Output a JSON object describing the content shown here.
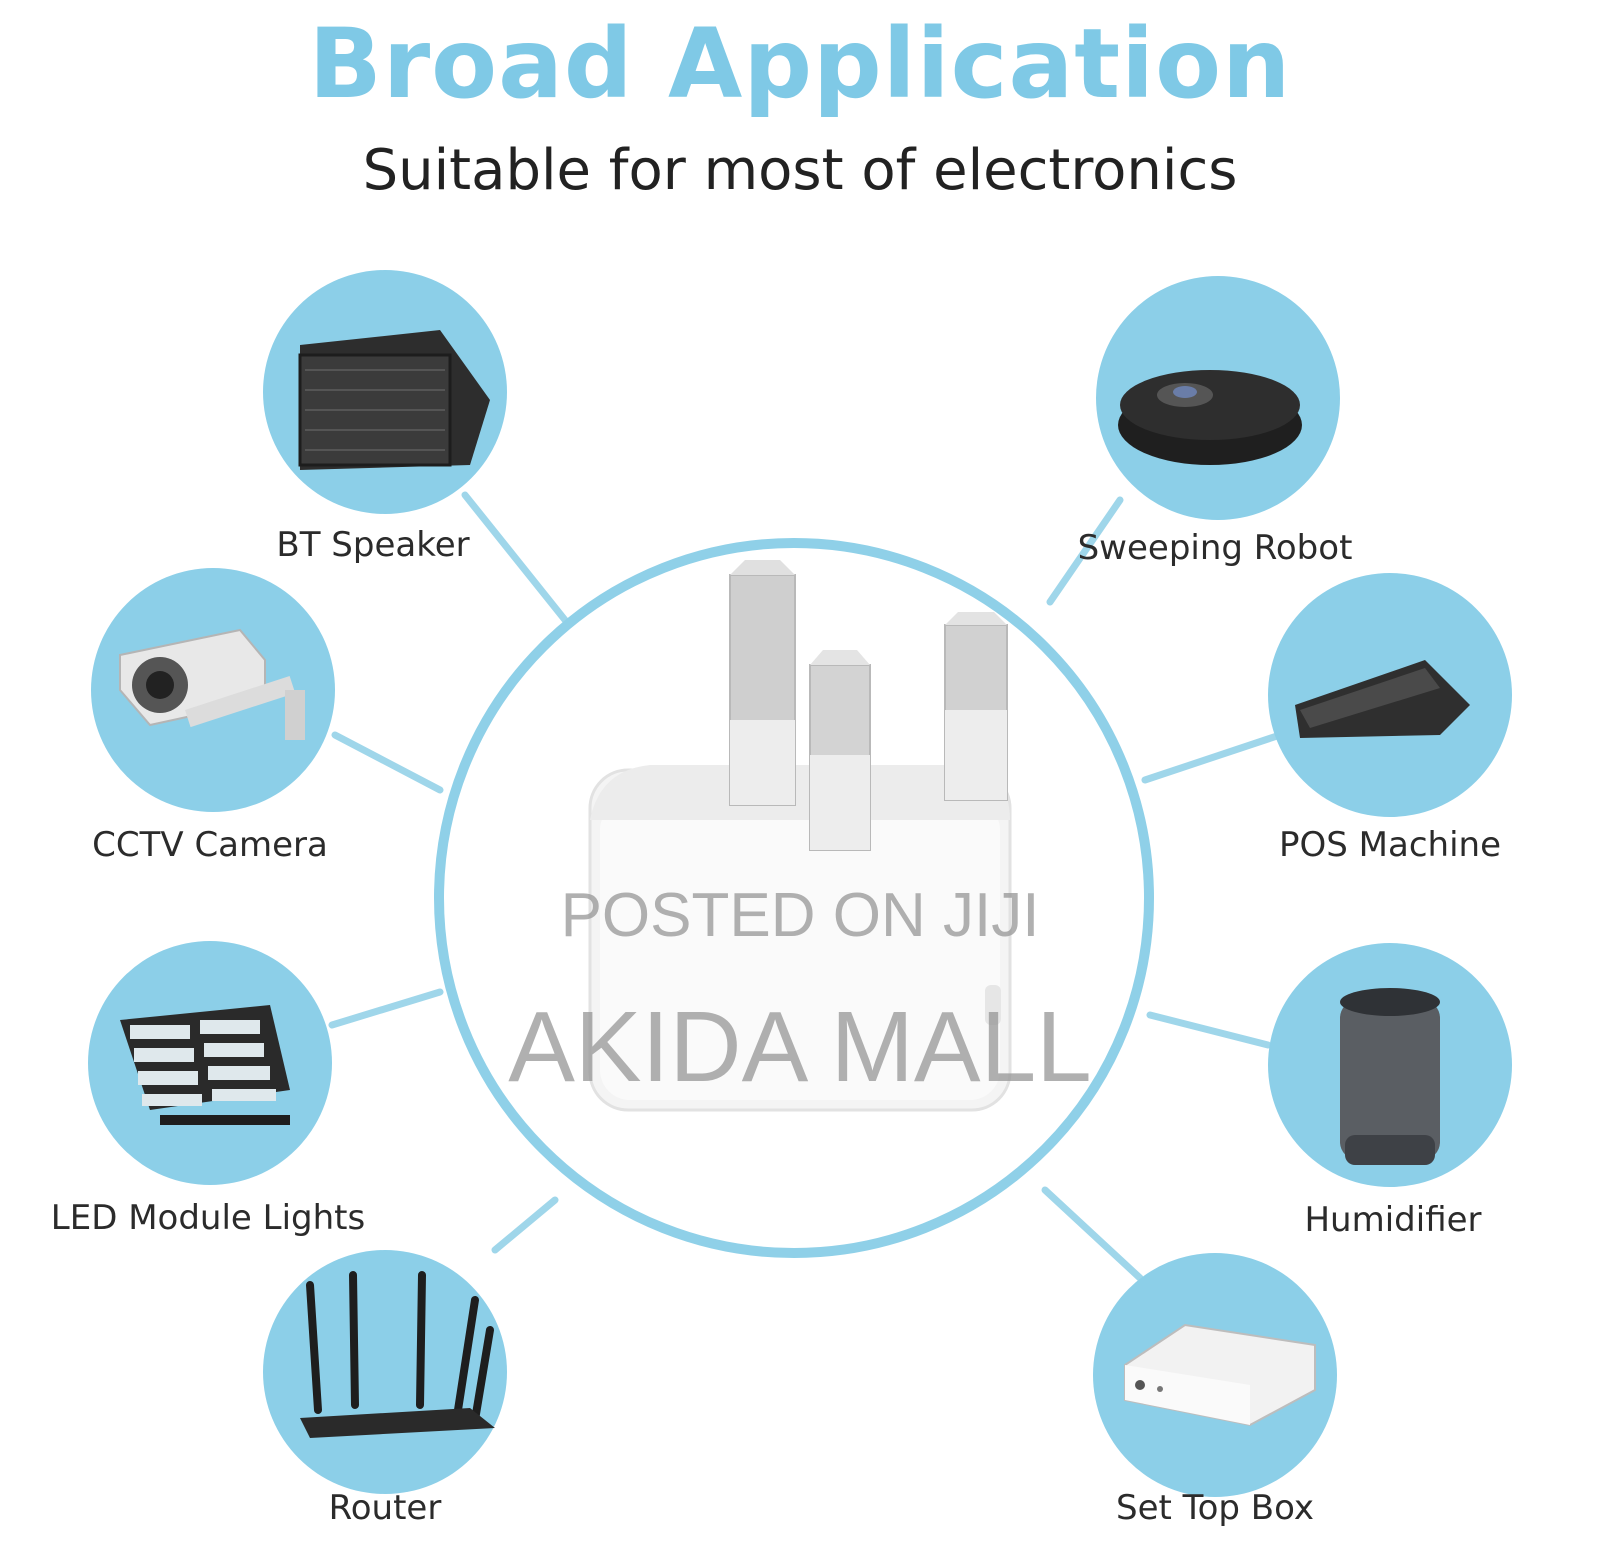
{
  "header": {
    "title": "Broad Application",
    "subtitle": "Suitable for most of electronics"
  },
  "center": {
    "product_icon": "uk-plug-charger-icon"
  },
  "devices": [
    {
      "label": "BT Speaker",
      "icon": "speaker-icon"
    },
    {
      "label": "Sweeping Robot",
      "icon": "robot-vacuum-icon"
    },
    {
      "label": "CCTV Camera",
      "icon": "cctv-camera-icon"
    },
    {
      "label": "POS Machine",
      "icon": "pos-machine-icon"
    },
    {
      "label": "LED Module Lights",
      "icon": "led-light-icon"
    },
    {
      "label": "Humidifier",
      "icon": "humidifier-icon"
    },
    {
      "label": "Router",
      "icon": "router-icon"
    },
    {
      "label": "Set Top Box",
      "icon": "set-top-box-icon"
    }
  ],
  "watermark": {
    "line1": "POSTED ON JIJI",
    "line2": "AKIDA MALL"
  },
  "colors": {
    "accent": "#7fc9e6",
    "circle": "#8ccfe8",
    "ring": "#8fd0e8"
  }
}
